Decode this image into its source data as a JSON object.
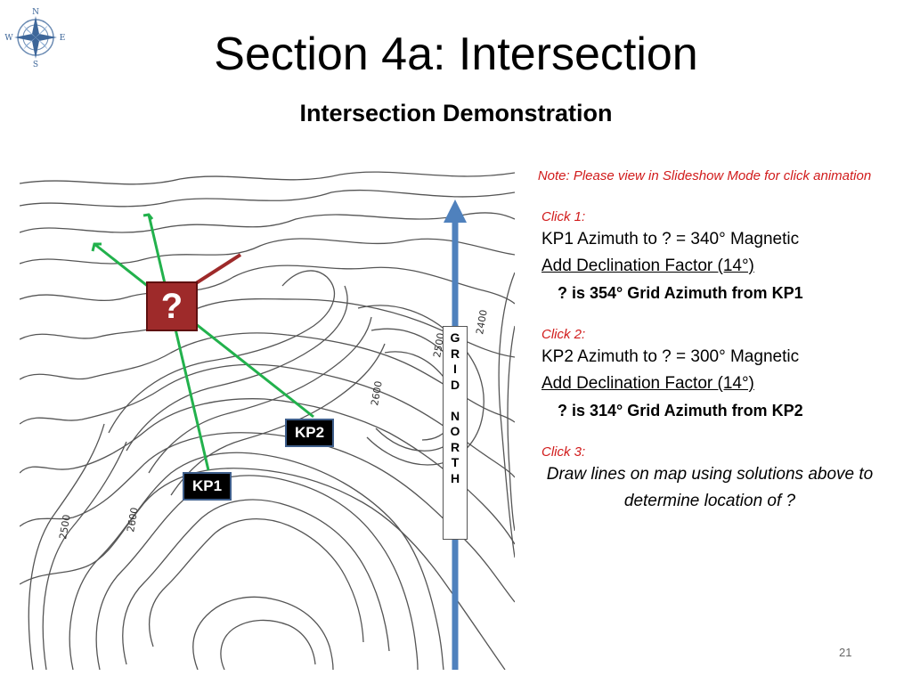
{
  "slide": {
    "title": "Section 4a: Intersection",
    "subtitle": "Intersection Demonstration",
    "page_number": "21"
  },
  "compass": {
    "icon": "compass-rose-icon",
    "n": "N",
    "s": "S",
    "e": "E",
    "w": "W"
  },
  "map": {
    "contour_labels": [
      "2400",
      "2500",
      "2500",
      "2600",
      "2600",
      "2500"
    ],
    "kp1_label": "KP1",
    "kp2_label": "KP2",
    "unknown_label": "?",
    "grid_north_letters": [
      "G",
      "R",
      "I",
      "D",
      "",
      "N",
      "O",
      "R",
      "T",
      "H"
    ],
    "colors": {
      "sight_line": "#22b14c",
      "unknown_box": "#9e2a2a",
      "declination_line": "#9e2a2a",
      "grid_north_arrow": "#4f81bd"
    }
  },
  "panel": {
    "note": "Note: Please view in Slideshow Mode for click animation",
    "steps": [
      {
        "label": "Click 1:",
        "azimuth": "KP1 Azimuth to ? = 340° Magnetic",
        "declination": "Add Declination Factor (14°)",
        "result": "? is 354° Grid Azimuth from KP1"
      },
      {
        "label": "Click 2:",
        "azimuth": "KP2 Azimuth to ? = 300° Magnetic",
        "declination": "Add Declination Factor (14°)",
        "result": "? is 314° Grid Azimuth from KP2"
      },
      {
        "label": "Click 3:",
        "instruction": "Draw lines on map using solutions above to determine location of ?"
      }
    ]
  }
}
